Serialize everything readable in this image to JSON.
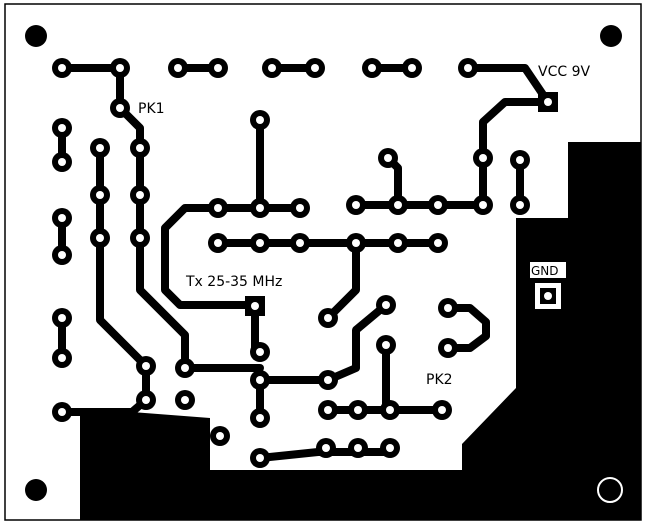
{
  "labels": {
    "pk1": "PK1",
    "pk2": "PK2",
    "vcc": "VCC 9V",
    "gnd": "GND",
    "tx": "Tx 25-35 MHz"
  }
}
